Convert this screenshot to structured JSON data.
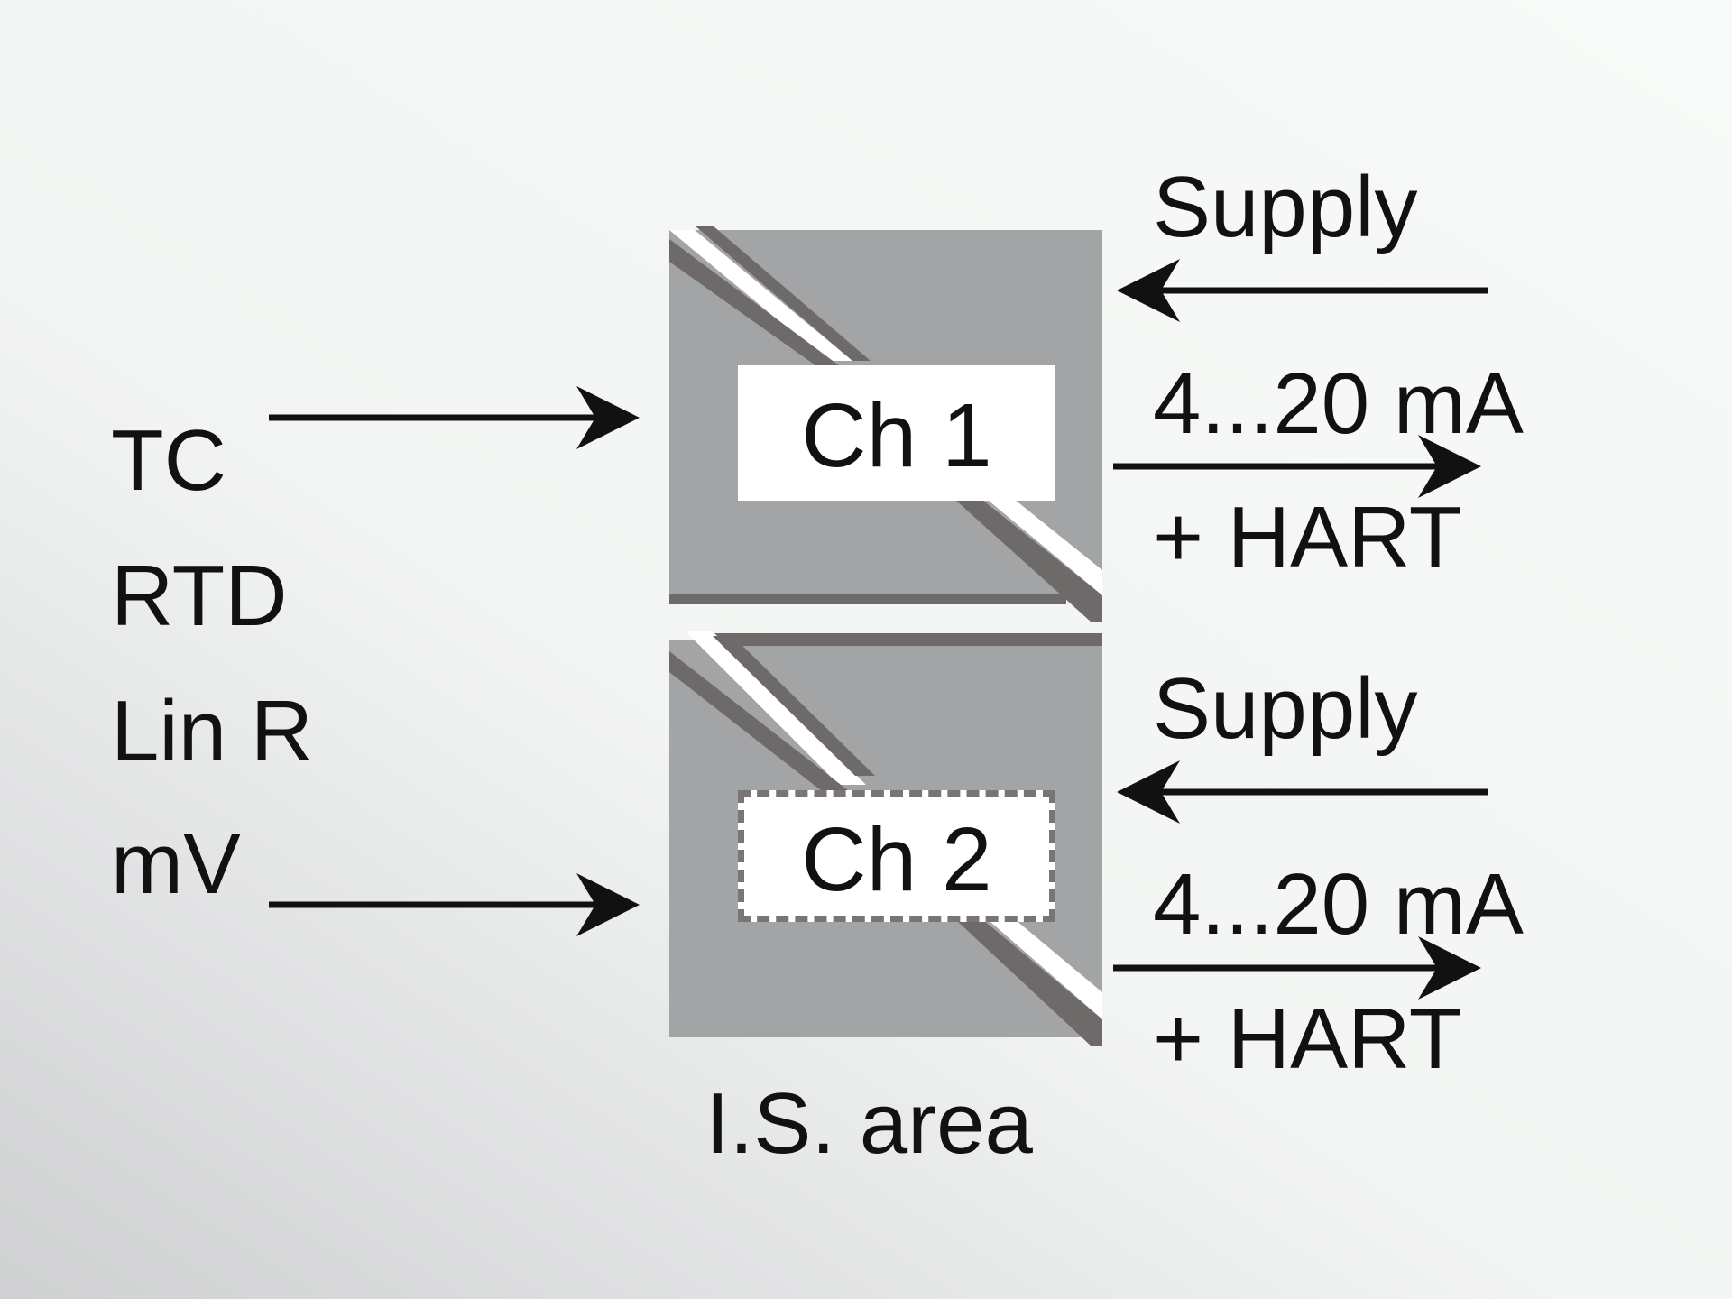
{
  "inputs": {
    "types": [
      "TC",
      "RTD",
      "Lin R",
      "mV"
    ]
  },
  "channels": [
    {
      "label": "Ch 1",
      "supply_label": "Supply",
      "output_range": "4...20 mA",
      "output_protocol": "+ HART",
      "box_style": "solid"
    },
    {
      "label": "Ch 2",
      "supply_label": "Supply",
      "output_range": "4...20 mA",
      "output_protocol": "+ HART",
      "box_style": "dashed"
    }
  ],
  "area_label": "I.S. area",
  "colors": {
    "module_fill": "#a3a4a6",
    "module_stripe": "#6f6a6a",
    "arrow": "#111111",
    "text": "#111111",
    "background": "#f7f9f8"
  }
}
